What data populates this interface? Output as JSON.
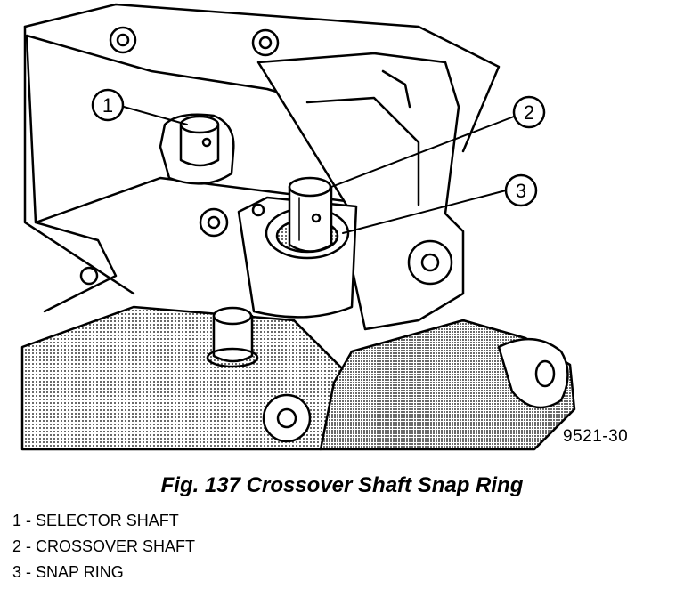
{
  "figure": {
    "id": "9521-30",
    "caption": "Fig. 137 Crossover Shaft Snap Ring"
  },
  "callouts": [
    {
      "number": "1",
      "label": "SELECTOR SHAFT"
    },
    {
      "number": "2",
      "label": "CROSSOVER SHAFT"
    },
    {
      "number": "3",
      "label": "SNAP RING"
    }
  ],
  "legend": [
    "1 - SELECTOR SHAFT",
    "2 - CROSSOVER SHAFT",
    "3 - SNAP RING"
  ]
}
